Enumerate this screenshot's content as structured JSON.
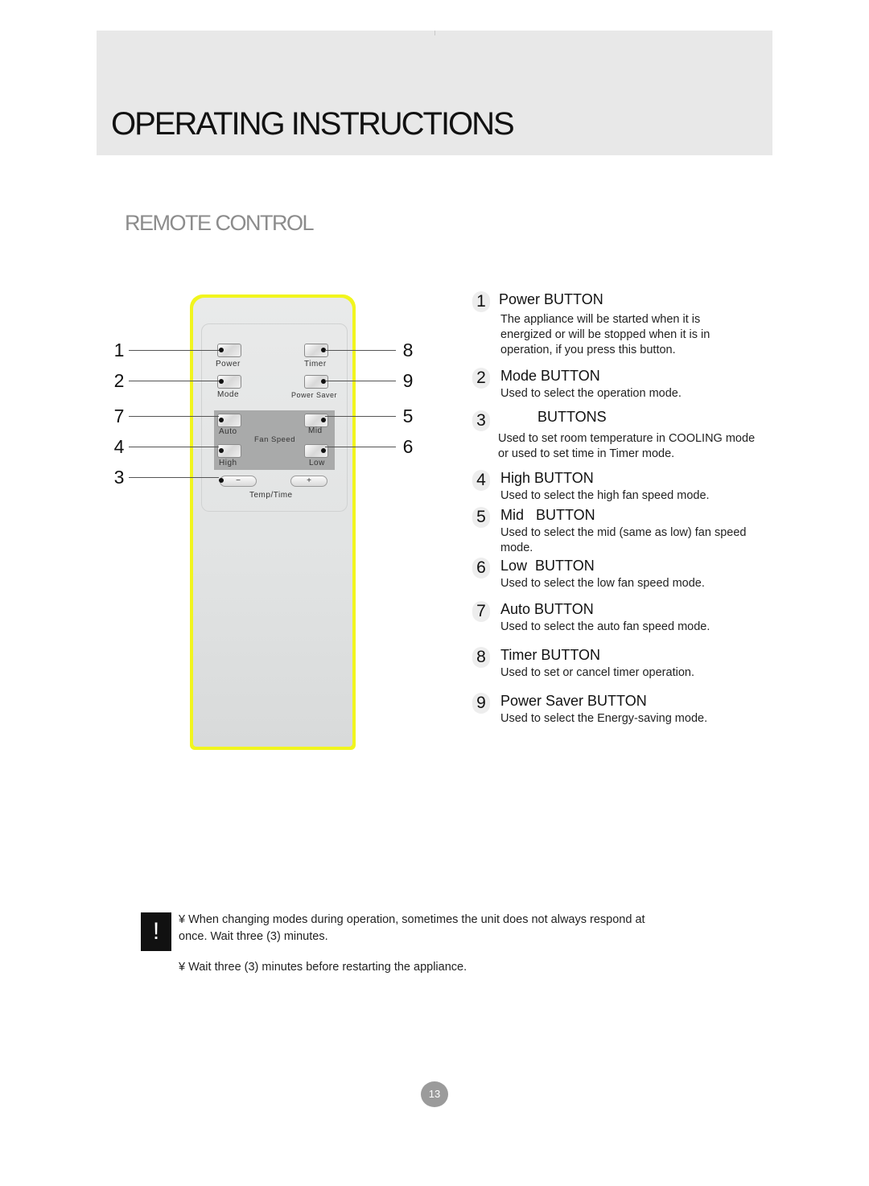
{
  "header": {
    "title": "OPERATING INSTRUCTIONS"
  },
  "section": {
    "title": "REMOTE CONTROL"
  },
  "remote": {
    "labels": {
      "power": "Power",
      "timer": "Timer",
      "mode": "Mode",
      "power_saver": "Power  Saver",
      "auto": "Auto",
      "mid": "Mid",
      "fan_speed": "Fan Speed",
      "high": "High",
      "low": "Low",
      "minus": "−",
      "plus": "+",
      "temp_time": "Temp/Time"
    },
    "callouts": {
      "left": [
        "1",
        "2",
        "7",
        "4",
        "3"
      ],
      "right": [
        "8",
        "9",
        "5",
        "6"
      ]
    },
    "colors": {
      "casing": "#f1f51e",
      "body": "#e3e5e5",
      "fan_panel": "#a9aaaa"
    }
  },
  "descriptions": [
    {
      "num": "1",
      "title": "Power BUTTON",
      "text": "The appliance will be started when it is energized or will be stopped when it is in operation, if you press this button."
    },
    {
      "num": "2",
      "title": "Mode BUTTON",
      "text": "Used to select the operation mode."
    },
    {
      "num": "3",
      "title": "BUTTONS",
      "text": "Used to set room temperature in COOLING mode or used to set  time in Timer mode."
    },
    {
      "num": "4",
      "title": "High BUTTON",
      "text": "Used to select the high fan speed  mode."
    },
    {
      "num": "5",
      "title": "Mid   BUTTON",
      "text": "Used to select the mid (same as low) fan speed  mode."
    },
    {
      "num": "6",
      "title": "Low  BUTTON",
      "text": "Used to select the low fan speed mode."
    },
    {
      "num": "7",
      "title": "Auto BUTTON",
      "text": "Used to select the auto fan speed  mode."
    },
    {
      "num": "8",
      "title": "Timer BUTTON",
      "text": "Used to set or cancel timer operation."
    },
    {
      "num": "9",
      "title": "Power Saver BUTTON",
      "text": "Used to select the Energy-saving mode."
    }
  ],
  "notes": {
    "warning_icon": "!",
    "items": [
      "¥ When changing modes during operation, sometimes the unit does not always respond at once. Wait three (3) minutes.",
      "¥ Wait three (3) minutes before restarting the appliance."
    ]
  },
  "page_number": "13"
}
